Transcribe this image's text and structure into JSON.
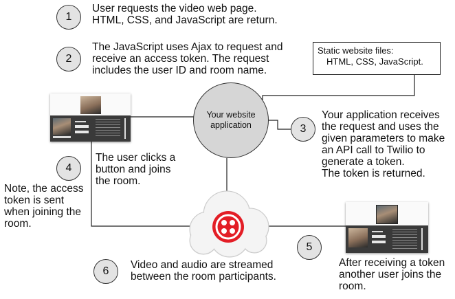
{
  "steps": {
    "s1": {
      "number": "1",
      "text": [
        "User requests the video web page.",
        "HTML, CSS, and JavaScript are return."
      ]
    },
    "s2": {
      "number": "2",
      "text": [
        "The JavaScript uses Ajax to request and",
        "receive an access token. The request",
        "includes the user ID and room name."
      ]
    },
    "s3": {
      "number": "3",
      "text": [
        "Your application receives",
        "the request and uses the",
        "given parameters to make",
        "an API call to Twilio to",
        "generate a token.",
        "The token is returned."
      ]
    },
    "s4": {
      "number": "4",
      "text": [
        "The user clicks a",
        "button and joins",
        "the room."
      ]
    },
    "s5": {
      "number": "5",
      "text": [
        "After receiving a token",
        "another user joins the",
        "room."
      ]
    },
    "s6": {
      "number": "6",
      "text": [
        "Video and audio are streamed",
        "between the room participants."
      ]
    }
  },
  "note": {
    "text": [
      "Note, the access",
      "token is sent",
      "when joining the",
      "room."
    ]
  },
  "hub": {
    "line1": "Your website",
    "line2": "application"
  },
  "static_files": {
    "line1": "Static website files:",
    "line2": "HTML, CSS, JavaScript."
  },
  "colors": {
    "twilio_red": "#e31e26",
    "cloud_fill": "#f1f1f1",
    "circle_fill": "#e3e3e3",
    "hub_fill": "#d6d6d6"
  },
  "icons": {
    "service": "twilio-logo-icon",
    "cloud": "cloud-icon"
  }
}
